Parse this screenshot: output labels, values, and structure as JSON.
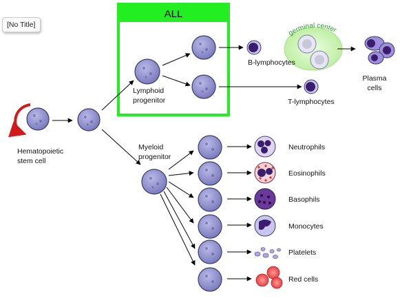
{
  "window": {
    "title_tag": "[No Title]"
  },
  "diagram": {
    "box_label": "ALL",
    "stem_cell_label": [
      "Hematopoietic",
      "stem cell"
    ],
    "lymphoid_label": [
      "Lymphoid",
      "progenitor"
    ],
    "myeloid_label": [
      "Myeloid",
      "progenitor"
    ],
    "germinal_center_label": "germinal center",
    "b_lymph_label": "B-lymphocytes",
    "t_lymph_label": "T-lymphocytes",
    "plasma_label": [
      "Plasma",
      "cells"
    ],
    "myeloid_outputs": [
      "Neutrophils",
      "Eosinophils",
      "Basophils",
      "Monocytes",
      "Platelets",
      "Red cells"
    ]
  },
  "colors": {
    "box_green": "#22ee22",
    "germinal_green": "#bff0a8",
    "germinal_text": "#2aa02a",
    "cell_fill": "#8f8fcf",
    "arrow_red": "#d11a1a"
  }
}
